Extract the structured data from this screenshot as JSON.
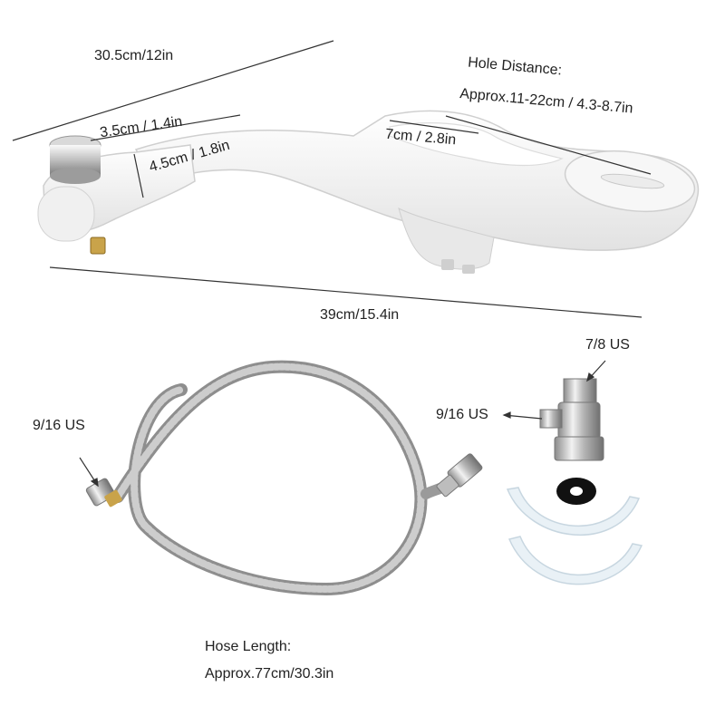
{
  "labels": {
    "width_total": "30.5cm/12in",
    "knob_width": "3.5cm / 1.4in",
    "body_height": "4.5cm / 1.8in",
    "hole_distance_title": "Hole Distance:",
    "hole_distance_value": "Approx.11-22cm / 4.3-8.7in",
    "slot_width": "7cm / 2.8in",
    "length_total": "39cm/15.4in",
    "tee_top_thread": "7/8 US",
    "tee_side_thread": "9/16 US",
    "hose_end_thread": "9/16 US",
    "hose_length_title": "Hose Length:",
    "hose_length_value": "Approx.77cm/30.3in"
  },
  "colors": {
    "background": "#ffffff",
    "bidet_body": "#f4f4f4",
    "chrome": "#c8c8c8",
    "hose": "#a9a9a9",
    "gasket": "#111111",
    "shim": "#e9f1f6",
    "dimension_line": "#333333"
  }
}
